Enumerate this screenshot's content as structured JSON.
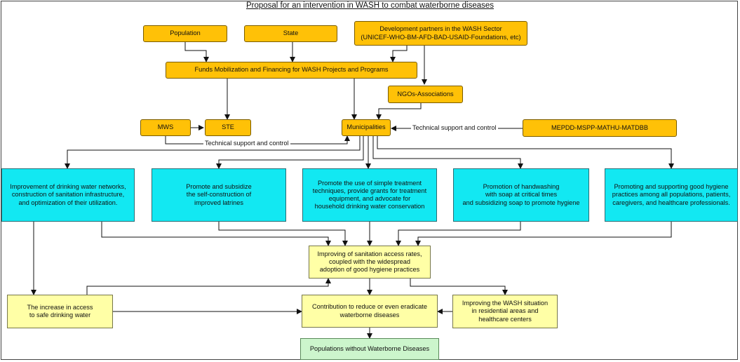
{
  "title": "Proposal for an intervention in WASH to combat waterborne diseases",
  "colors": {
    "source_fill": "#ffc107",
    "action_fill": "#12e8f2",
    "outcome_fill": "#ffffa6",
    "final_fill": "#ccf5cc",
    "connector": "#111111"
  },
  "nodes": {
    "population": "Population",
    "state": "State",
    "partners": "Development partners in the WASH Sector\n(UNICEF-WHO-BM-AFD-BAD-USAID-Foundations, etc)",
    "funds": "Funds Mobilization and Financing for WASH Projects and Programs",
    "ngos": "NGOs-Associations",
    "mws": "MWS",
    "ste": "STE",
    "municipalities": "Municipalities",
    "ministries": "MEPDD-MSPP-MATHU-MATDBB",
    "action_networks": "Improvement of drinking water networks,\nconstruction of sanitation infrastructure,\nand optimization of their utilization.",
    "action_latrines": "Promote and subsidize\nthe self-construction of\nimproved latrines",
    "action_treatment": "Promote the use of simple treatment\ntechniques,  provide grants for treatment\nequipment, and advocate for\nhousehold drinking water conservation",
    "action_handwashing": "Promotion of handwashing\nwith soap at critical times\nand subsidizing soap to promote hygiene",
    "action_hygiene": "Promoting and supporting good hygiene\npractices among all populations, patients,\ncaregivers, and healthcare professionals.",
    "sanitation": "Improving of sanitation access rates,\ncoupled with the widespread\nadoption of good hygiene practices",
    "water_access": "The increase in access\nto safe drinking water",
    "reduce": "Contribution to reduce or even eradicate\nwaterborne diseases",
    "wash_situation": "Improving the WASH situation\nin residential areas and\nhealthcare centers",
    "final": "Populations without Waterborne Diseases"
  },
  "edge_labels": {
    "technical_support_1": "Technical support and control",
    "technical_support_2": "Technical support and control"
  }
}
